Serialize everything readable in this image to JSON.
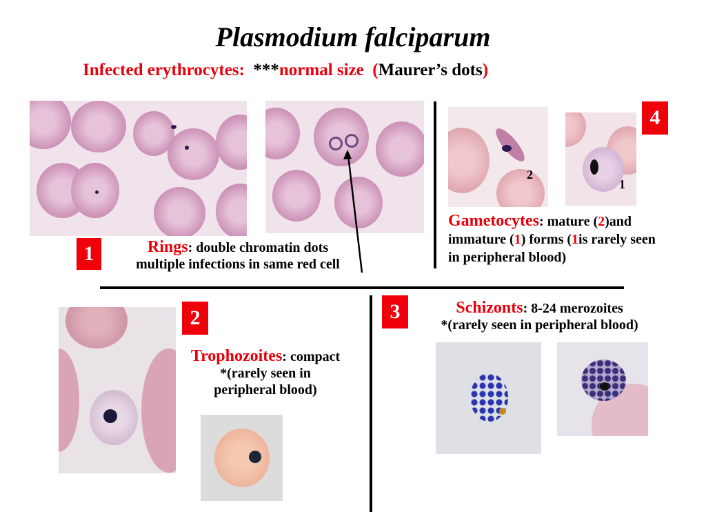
{
  "title": "Plasmodium falciparum",
  "subtitle": {
    "part1": "Infected erythrocytes:",
    "part2": "***",
    "part3": "normal size",
    "part4": "(",
    "part5": "Maurer’s dots",
    "part6": ")"
  },
  "rings": {
    "number": "1",
    "heading": "Rings",
    "line1": ": double chromatin dots",
    "line2": "multiple infections in same red cell"
  },
  "gametocytes": {
    "number": "4",
    "heading": "Gametocytes",
    "t1": ": mature (",
    "n1": "2",
    "t2": ")and immature (",
    "n2": "1",
    "t3": ") forms (",
    "n3": "1",
    "t4": "is rarely seen in peripheral blood)",
    "label_a": "2",
    "label_b": "1"
  },
  "trophozoites": {
    "number": "2",
    "heading": "Trophozoites",
    "line1": ": compact",
    "line2": "*(rarely seen in",
    "line3": "peripheral blood)"
  },
  "schizonts": {
    "number": "3",
    "heading": "Schizonts",
    "line1": ": 8-24 merozoites",
    "line2": "*(rarely seen in peripheral blood)"
  },
  "colors": {
    "accent": "#e8000b"
  }
}
